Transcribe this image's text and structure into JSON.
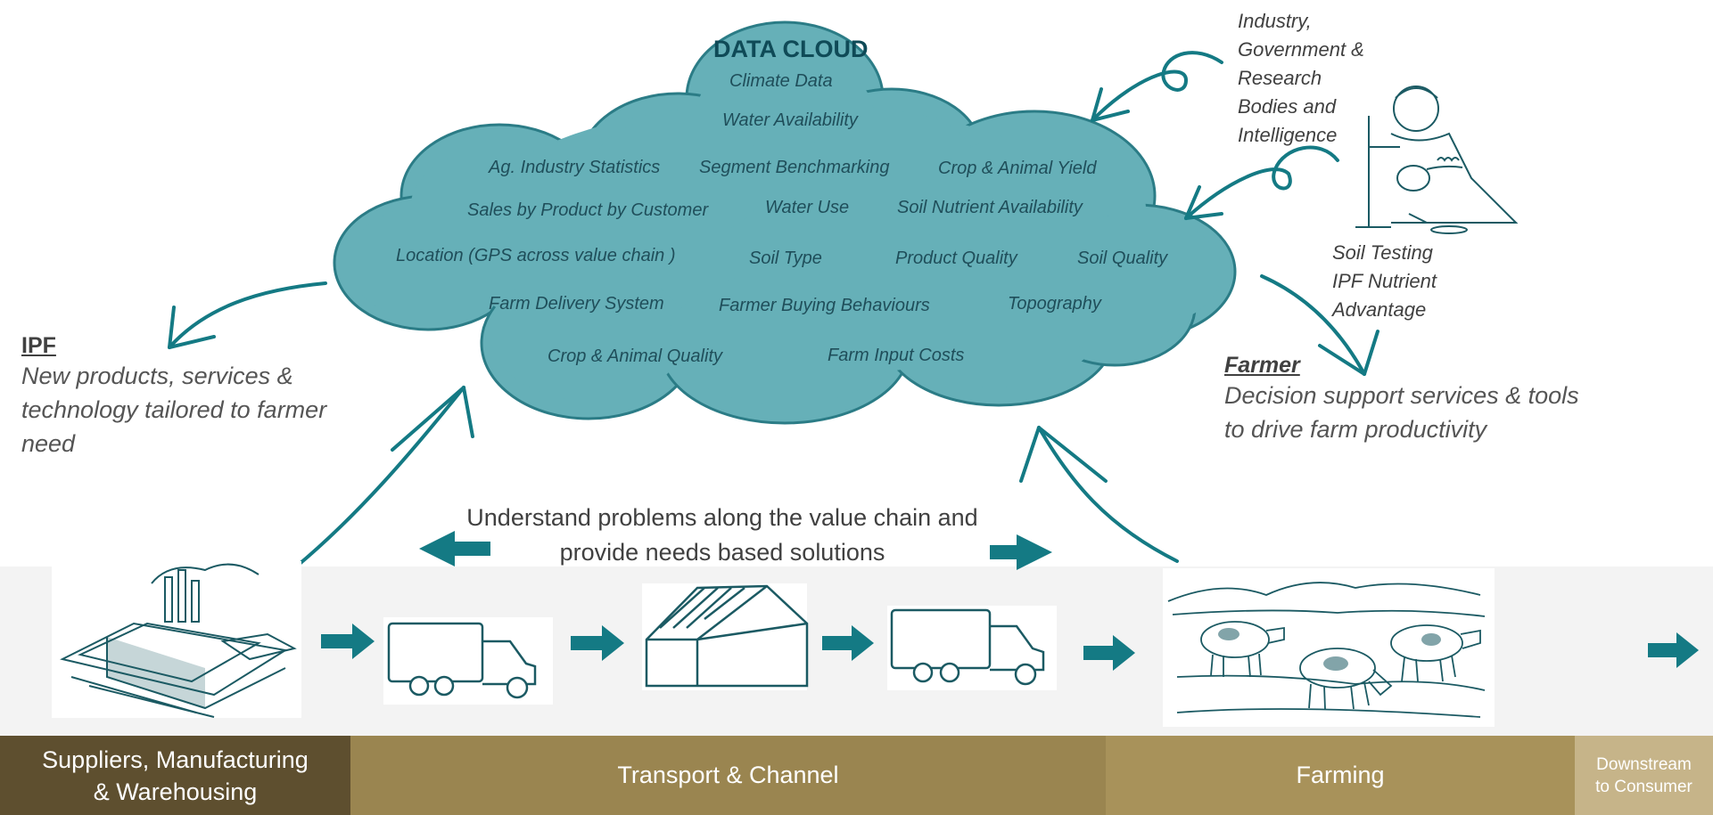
{
  "cloud": {
    "title": "DATA CLOUD",
    "items": {
      "climate_data": "Climate Data",
      "water_availability": "Water Availability",
      "ag_industry_statistics": "Ag. Industry Statistics",
      "segment_benchmarking": "Segment Benchmarking",
      "crop_animal_yield": "Crop & Animal Yield",
      "sales_by_product": "Sales by Product by Customer",
      "water_use": "Water Use",
      "soil_nutrient_availability": "Soil Nutrient Availability",
      "location_gps": "Location (GPS  across value chain )",
      "soil_type": "Soil Type",
      "product_quality": "Product Quality",
      "soil_quality": "Soil Quality",
      "farm_delivery_system": "Farm Delivery System",
      "farmer_buying_behaviours": "Farmer Buying Behaviours",
      "topography": "Topography",
      "crop_animal_quality": "Crop & Animal Quality",
      "farm_input_costs": "Farm Input Costs"
    }
  },
  "sources": {
    "industry": [
      "Industry,",
      "Government &",
      "Research",
      "Bodies and",
      "Intelligence"
    ],
    "soil": [
      "Soil Testing",
      "IPF Nutrient",
      "Advantage"
    ]
  },
  "ipf": {
    "title": "IPF",
    "desc_lines": [
      "New products, services &",
      "technology tailored to farmer",
      "need"
    ]
  },
  "farmer": {
    "title": "Farmer",
    "desc_lines": [
      "Decision support services & tools",
      "to drive farm productivity"
    ]
  },
  "understand": {
    "line1": "Understand problems along the value chain and",
    "line2": "provide needs based solutions"
  },
  "band": {
    "suppliers_line1": "Suppliers, Manufacturing",
    "suppliers_line2": "& Warehousing",
    "transport": "Transport & Channel",
    "farming": "Farming",
    "downstream_line1": "Downstream",
    "downstream_line2": "to Consumer"
  },
  "colors": {
    "cloud_fill": "#66b0b8",
    "cloud_stroke": "#2b7c86",
    "arrow_teal": "#147a84",
    "band_dark": "#5e4f2f",
    "band_mid": "#9a8550",
    "band_light": "#a8925a",
    "band_pale": "#c6b489"
  }
}
